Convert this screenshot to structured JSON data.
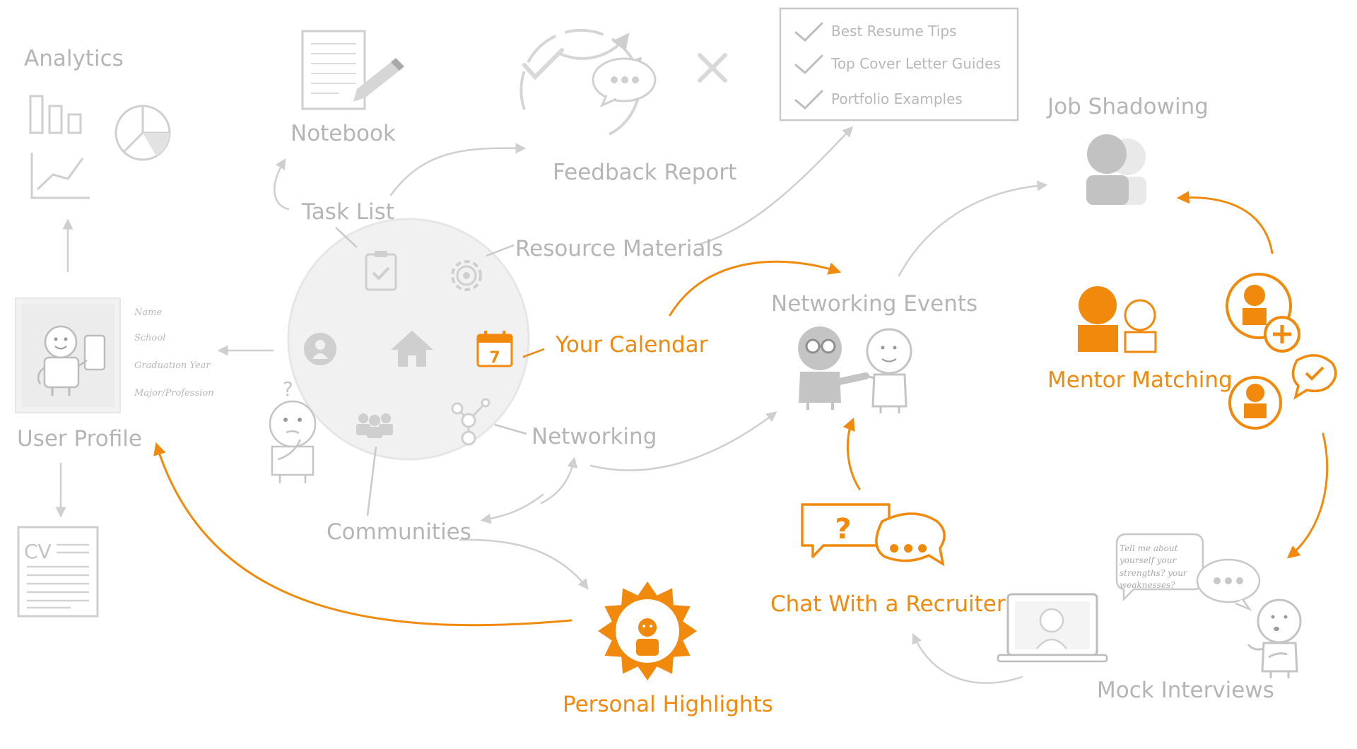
{
  "colors": {
    "accent": "#f18a0c",
    "inactive": "#b5b5b5",
    "light": "#e8e8e8"
  },
  "hub": {
    "icons": [
      "task-list-icon",
      "settings-icon",
      "profile-icon",
      "home-icon",
      "calendar-icon",
      "communities-icon",
      "networking-icon"
    ],
    "calendar_day": "7"
  },
  "nodes": {
    "analytics": "Analytics",
    "notebook": "Notebook",
    "feedback_report": "Feedback Report",
    "task_list": "Task List",
    "resource_materials": "Resource Materials",
    "your_calendar": "Your Calendar",
    "networking_events": "Networking Events",
    "networking": "Networking",
    "communities": "Communities",
    "user_profile": "User Profile",
    "personal_highlights": "Personal Highlights",
    "chat_with_recruiter": "Chat With a Recruiter",
    "job_shadowing": "Job Shadowing",
    "mentor_matching": "Mentor Matching",
    "mock_interviews": "Mock Interviews"
  },
  "resource_checklist": [
    "Best Resume Tips",
    "Top Cover Letter Guides",
    "Portfolio Examples"
  ],
  "profile_fields": [
    "Name",
    "School",
    "Graduation Year",
    "Major/Profession"
  ],
  "cv_label": "CV",
  "interview_bubble": "Tell me about yourself your strengths? your weaknesses?"
}
